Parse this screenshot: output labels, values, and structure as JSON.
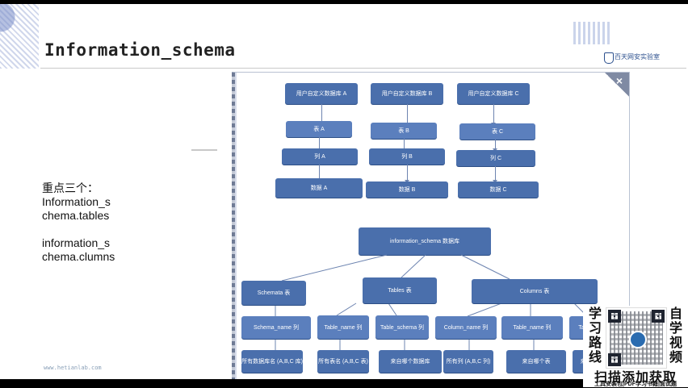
{
  "slide": {
    "title": "Information_schema",
    "brand_text": "百天网安实验室",
    "key_points": {
      "heading": "重点三个：",
      "line1": "Information_s",
      "line2": "chema.tables",
      "line3": "information_s",
      "line4": "chema.clumns"
    },
    "footer_url": "www.hetianlab.com"
  },
  "diagram": {
    "close_symbol": "×",
    "db_labels": [
      "用户自定义数据库 A",
      "用户自定义数据库 B",
      "用户自定义数据库 C"
    ],
    "table_labels": [
      "表 A",
      "表 B",
      "表 C"
    ],
    "column_labels": [
      "列 A",
      "列 B",
      "列 C"
    ],
    "data_labels": [
      "数据 A",
      "数据 B",
      "数据 C"
    ],
    "root_label": "information_schema 数据库",
    "level2": [
      "Schemata 表",
      "Tables 表",
      "Columns 表"
    ],
    "level3": [
      "Schema_name 列",
      "Table_name 列",
      "Table_schema 列",
      "Column_name 列",
      "Table_name 列",
      "Ta"
    ],
    "level4": [
      "所有数据库名 (A,B,C 库)",
      "所有表名 (A,B,C 表)",
      "来自哪个数据库",
      "所有列 (A,B,C 列)",
      "来自哪个表",
      "来"
    ]
  },
  "promo": {
    "left_chars": [
      "学",
      "习",
      "路",
      "线"
    ],
    "right_chars": [
      "自",
      "学",
      "视",
      "频"
    ],
    "cta": "扫描添加获取",
    "sub": "工具安装包|PDF学习书籍|面试题"
  }
}
